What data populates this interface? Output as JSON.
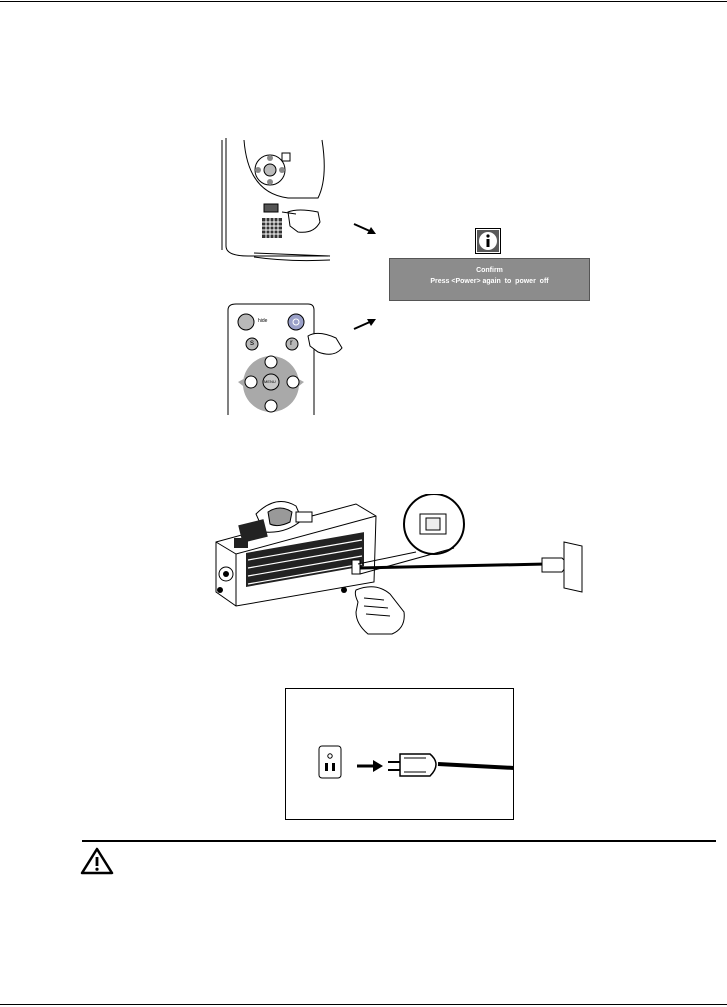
{
  "remote": {
    "btn_hide_label": "hide",
    "btn_s_label": "s",
    "btn_r_label": "r",
    "btn_menu_label": "MENU"
  },
  "osd": {
    "title": "Confirm",
    "message": "Press <Power> again  to  power  off"
  },
  "icons": {
    "info": "info-icon",
    "warning": "warning-icon",
    "arrow": "arrow-right-icon"
  },
  "colors": {
    "osd_bg": "#8c8c8c",
    "osd_text": "#ffffff",
    "info_bg": "#5a5a5a",
    "remote_pad": "#a9a9a9"
  }
}
